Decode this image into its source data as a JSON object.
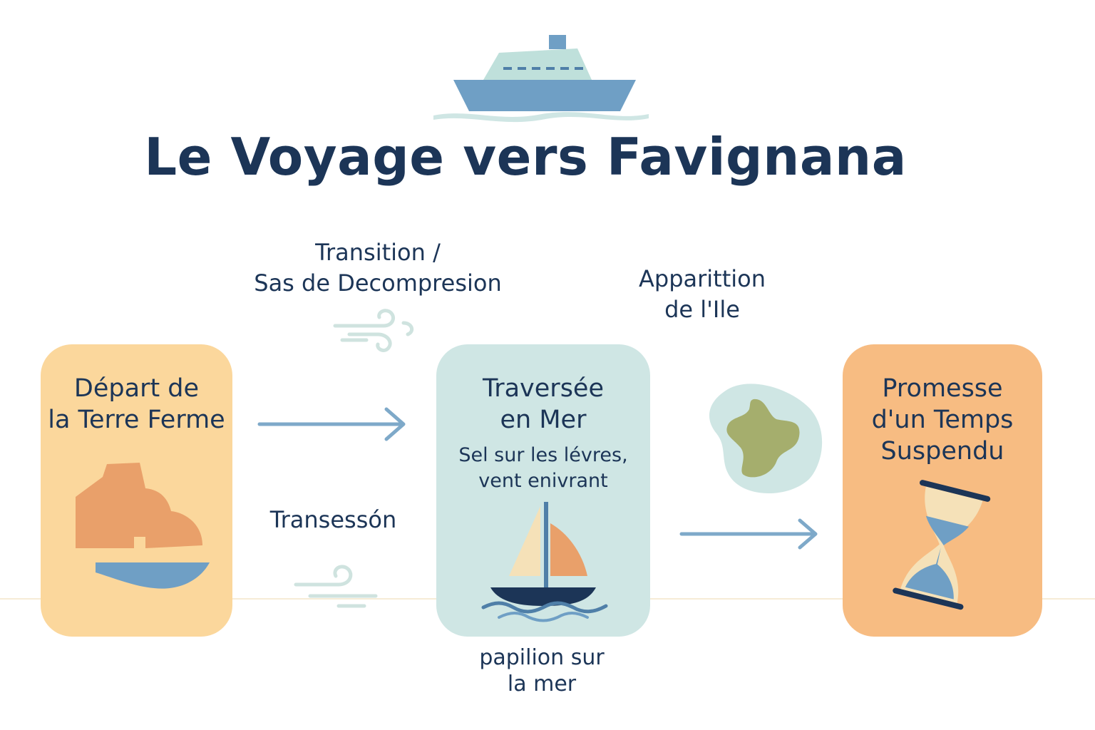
{
  "title": "Le Voyage vers Favignana",
  "labels": {
    "transition": [
      "Transition /",
      "Sas de Decompresion"
    ],
    "apparition": [
      "Apparittion",
      "de l'Ile"
    ],
    "transession": "Transessón",
    "papillon": [
      "papilion sur",
      "la mer"
    ]
  },
  "cards": [
    {
      "title": [
        "Départ de",
        "la Terre Ferme"
      ],
      "color": "#fbd79c"
    },
    {
      "title": [
        "Traversée",
        "en Mer"
      ],
      "subtitle": [
        "Sel sur les lévres,",
        "vent enivrant"
      ],
      "color": "#cfe6e4"
    },
    {
      "title": [
        "Promesse",
        "d'un Temps",
        "Suspendu"
      ],
      "color": "#f7bc82"
    }
  ],
  "icons": [
    "ferry-icon",
    "wind-icon",
    "wind-icon",
    "rock-icon",
    "boat-icon",
    "sailboat-icon",
    "island-icon",
    "hourglass-icon",
    "arrow-right-icon",
    "arrow-right-icon"
  ],
  "colors": {
    "navy": "#1c3557",
    "sea_blue": "#6f9fc5",
    "mint": "#cfe6e4",
    "sand": "#fbd79c",
    "peach": "#f7bc82",
    "orange": "#e9a06a",
    "olive": "#a5ae6d"
  }
}
